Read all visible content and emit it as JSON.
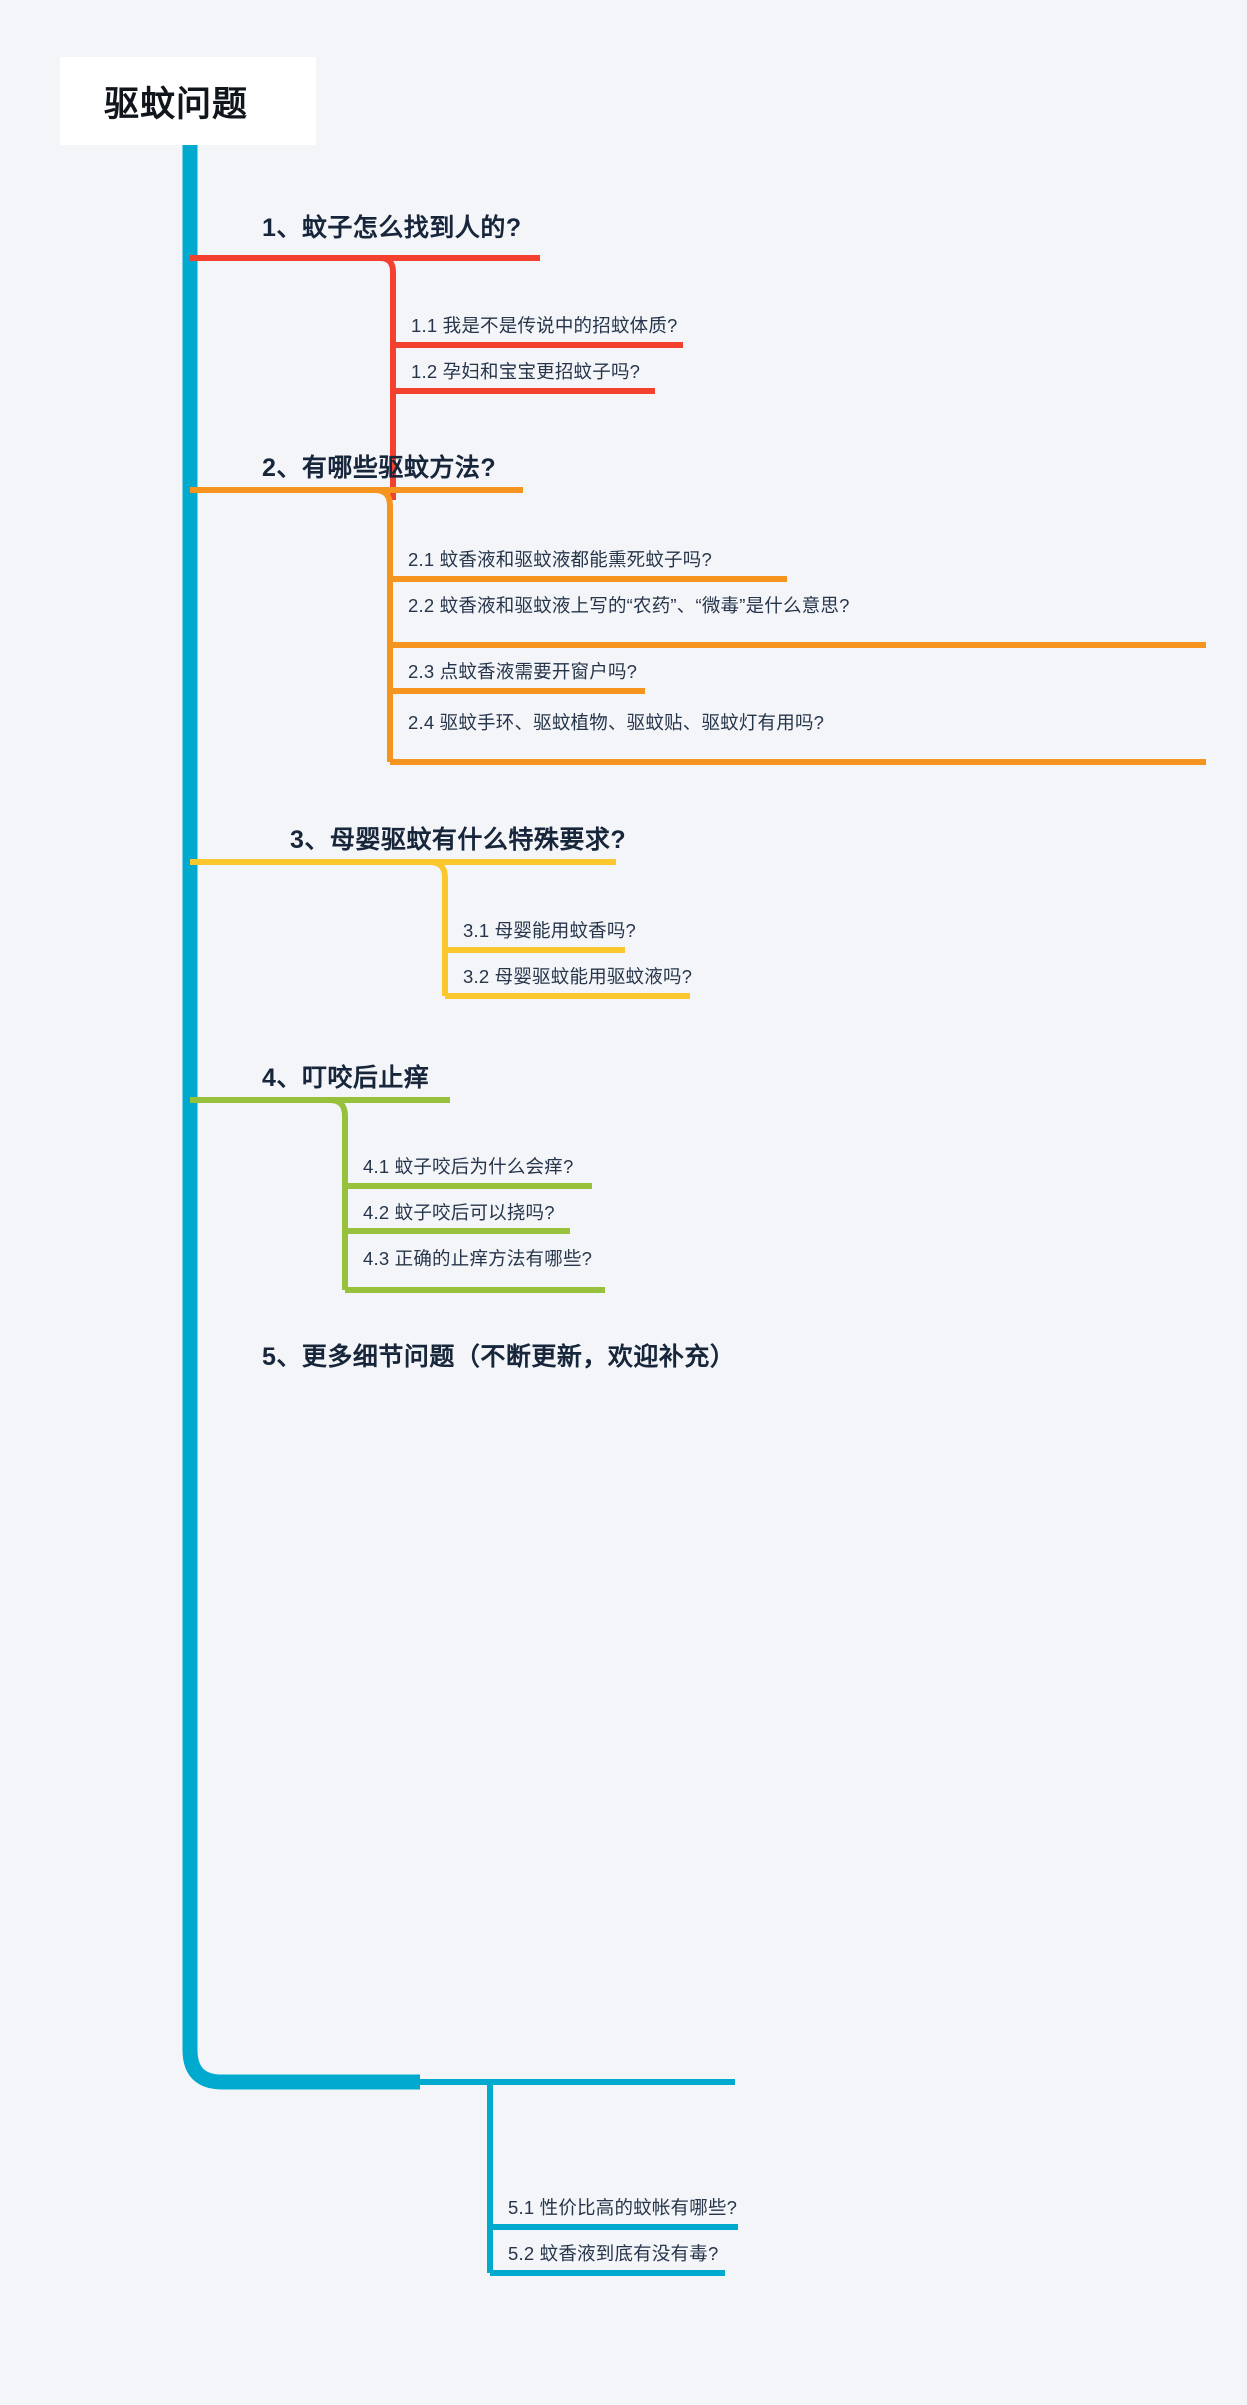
{
  "document": {
    "type": "mindmap",
    "background_color": "#f4f5f9",
    "title": "驱蚊问题",
    "trunk_color": "#00a9ce",
    "heading_text_color": "#17263a",
    "sub_text_color": "#26354a"
  },
  "sections": [
    {
      "heading": "1、蚊子怎么找到人的?",
      "color": "#f4402e",
      "children": [
        {
          "label": "1.1 我是不是传说中的招蚊体质?"
        },
        {
          "label": "1.2 孕妇和宝宝更招蚊子吗?"
        }
      ]
    },
    {
      "heading": "2、有哪些驱蚊方法?",
      "color": "#f5951f",
      "children": [
        {
          "label": "2.1 蚊香液和驱蚊液都能熏死蚊子吗?"
        },
        {
          "label": "2.2 蚊香液和驱蚊液上写的“农药”、“微毒”是什么意思?"
        },
        {
          "label": "2.3 点蚊香液需要开窗户吗?"
        },
        {
          "label": "2.4 驱蚊手环、驱蚊植物、驱蚊贴、驱蚊灯有用吗?"
        }
      ]
    },
    {
      "heading": "3、母婴驱蚊有什么特殊要求?",
      "color": "#fcc72c",
      "children": [
        {
          "label": "3.1 母婴能用蚊香吗?"
        },
        {
          "label": "3.2 母婴驱蚊能用驱蚊液吗?"
        }
      ]
    },
    {
      "heading": "4、叮咬后止痒",
      "color": "#97c13c",
      "children": [
        {
          "label": "4.1 蚊子咬后为什么会痒?"
        },
        {
          "label": "4.2 蚊子咬后可以挠吗?"
        },
        {
          "label": "4.3 正确的止痒方法有哪些?"
        }
      ]
    },
    {
      "heading": "5、更多细节问题（不断更新，欢迎补充）",
      "color": "#00a9ce",
      "children": [
        {
          "label": "5.1 性价比高的蚊帐有哪些?"
        },
        {
          "label": "5.2 蚊香液到底有没有毒?"
        }
      ]
    }
  ]
}
